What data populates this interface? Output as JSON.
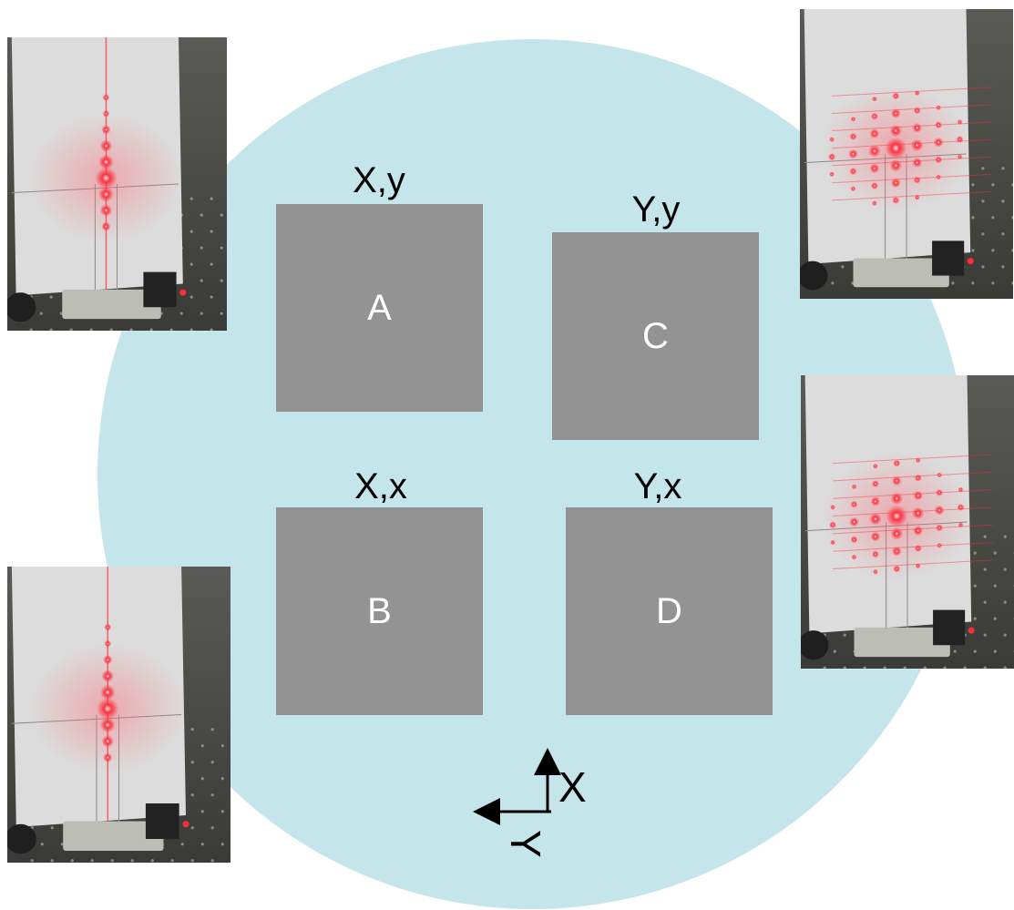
{
  "colors": {
    "circle": "#c4e5e9",
    "square": "#939393",
    "laser": "#ff2d3c",
    "card": "#dcdcdc"
  },
  "panels": {
    "A": {
      "header": "X,y",
      "label": "A"
    },
    "B": {
      "header": "X,x",
      "label": "B"
    },
    "C": {
      "header": "Y,y",
      "label": "C"
    },
    "D": {
      "header": "Y,x",
      "label": "D"
    }
  },
  "axes": {
    "x_label": "X",
    "y_label": "Y"
  },
  "photos": [
    {
      "name": "photo-top-left",
      "pattern": "vertical-line"
    },
    {
      "name": "photo-bottom-left",
      "pattern": "vertical-line"
    },
    {
      "name": "photo-top-right",
      "pattern": "2d-grid"
    },
    {
      "name": "photo-bottom-right",
      "pattern": "2d-grid"
    }
  ]
}
